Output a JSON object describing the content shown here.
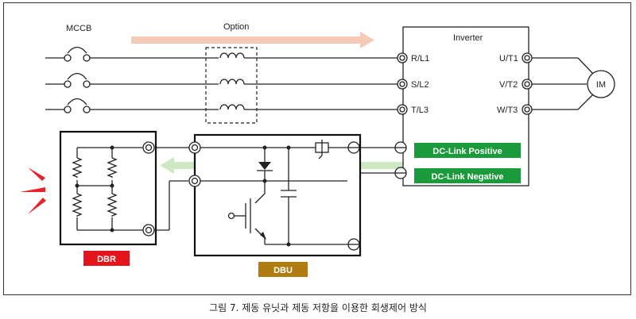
{
  "labels": {
    "mccb": "MCCB",
    "option": "Option",
    "inverter": "Inverter",
    "r_l1": "R/L1",
    "s_l2": "S/L2",
    "t_l3": "T/L3",
    "u_t1": "U/T1",
    "v_t2": "V/T2",
    "w_t3": "W/T3",
    "motor": "IM",
    "dc_link_positive": "DC-Link Positive",
    "dc_link_negative": "DC-Link Negative",
    "dbr": "DBR",
    "dbu": "DBU"
  },
  "caption": "그림 7. 제동 유닛과 제동 저항을 이용한 회생제어 방식",
  "colors": {
    "dc_link_box": "#1a9a3a",
    "dbr_box": "#e3141c",
    "dbu_box": "#b07c12",
    "power_flow_arrow": "#f6c9b4",
    "regen_flow_arrow": "#cfe8c4",
    "heat_marks": "#e8202a"
  },
  "icons": {
    "heat": "heat-ray-icon",
    "motor": "motor-icon"
  }
}
